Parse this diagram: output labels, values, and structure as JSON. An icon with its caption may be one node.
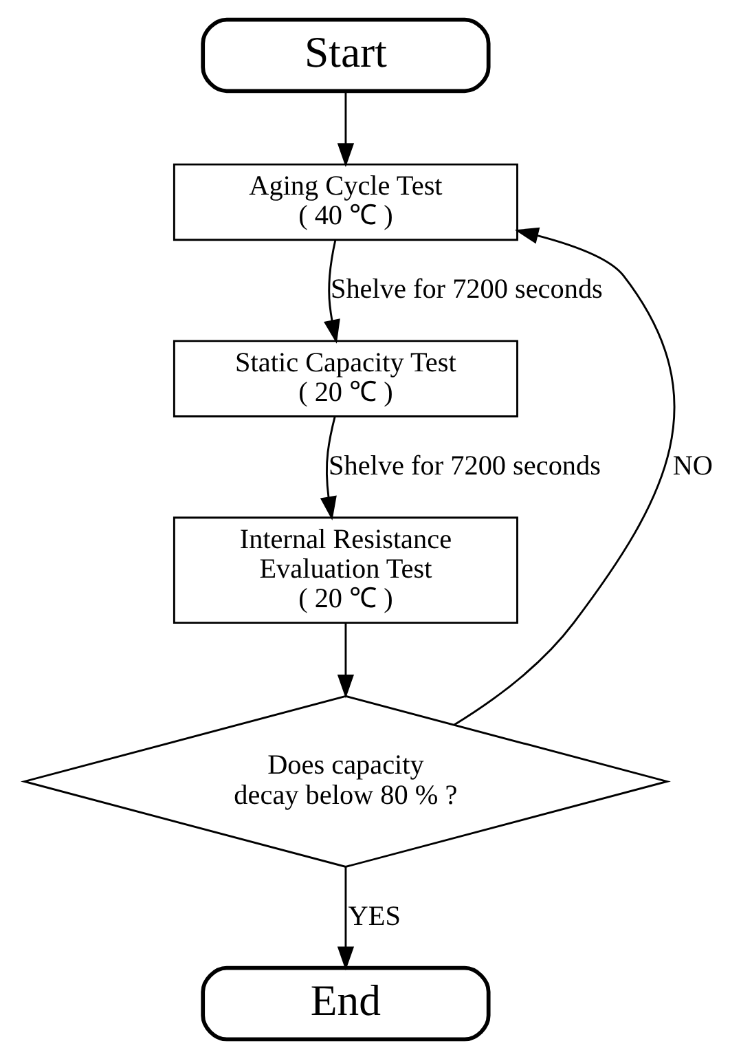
{
  "diagram": {
    "nodes": [
      {
        "text": [
          "Start"
        ]
      },
      {
        "text": [
          "Aging Cycle Test",
          "( 40 ℃ )"
        ]
      },
      {
        "text": [
          "Static Capacity Test",
          "( 20 ℃ )"
        ]
      },
      {
        "text": [
          "Internal Resistance Evaluation Test",
          "( 20 ℃ )"
        ]
      },
      {
        "text": [
          "Does capacity decay below 80 % ?"
        ]
      },
      {
        "text": [
          "End"
        ]
      }
    ],
    "edges": [
      {
        "from": 0,
        "to": 1,
        "arrow": "to"
      },
      {
        "from": 1,
        "to": 2,
        "arrow": "to",
        "label": "Shelve for 7200 seconds"
      },
      {
        "from": 2,
        "to": 3,
        "arrow": "to",
        "label": "Shelve for 7200 seconds"
      },
      {
        "from": 3,
        "to": 4,
        "arrow": "to"
      },
      {
        "from": 4,
        "to": 5,
        "arrow": "to",
        "label": "YES"
      },
      {
        "from": 4,
        "to": 1,
        "arrow": "to",
        "label": "NO"
      }
    ]
  }
}
